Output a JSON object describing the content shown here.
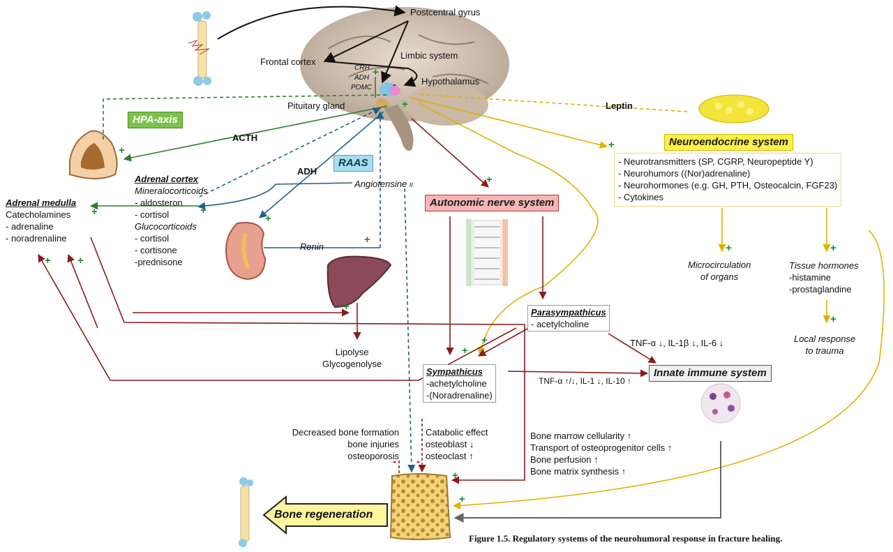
{
  "colors": {
    "green_arrow": "#2e7d32",
    "red_arrow": "#8b1a1a",
    "blue_arrow": "#1f5f8b",
    "gold_arrow": "#e0b000",
    "gray_arrow": "#666666",
    "hpa_fill": "#7cc24a",
    "raas_fill": "#a8dcef",
    "ans_fill": "#f4b6b6",
    "neuro_fill": "#ffef4a",
    "bone_regen_fill": "#fff59d"
  },
  "brain": {
    "postcentral_gyrus": "Postcentral gyrus",
    "frontal_cortex": "Frontal cortex",
    "limbic_system": "Limbic system",
    "hypothalamus": "Hypothalamus",
    "pituitary_gland": "Pituitary gland",
    "crh": "CRH",
    "adh": "ADH",
    "pomc": "POMC"
  },
  "hpa_axis": "HPA-axis",
  "raas": "RAAS",
  "acth": "ACTH",
  "adh_label": "ADH",
  "leptin": "Leptin",
  "angiotensine": "Angiotensine",
  "angiotensine_sub": "II",
  "renin": "Renin",
  "adrenal_cortex": {
    "title": "Adrenal cortex",
    "mineral": "Mineralocorticoids",
    "aldosteron": "- aldosteron",
    "cortisol1": "- cortisol",
    "gluco": "Glucocorticoids",
    "cortisol2": "- cortisol",
    "cortisone": "- cortisone",
    "prednisone": "-prednisone"
  },
  "adrenal_medulla": {
    "title": "Adrenal medulla",
    "catecholamines": "Catecholamines",
    "adrenaline": "- adrenaline",
    "noradrenaline": "- noradrenaline"
  },
  "autonomic": "Autonomic nerve system",
  "neuroendocrine": {
    "title": "Neuroendocrine system",
    "items": [
      "- Neurotransmitters (SP, CGRP, Neuropeptide Y)",
      "- Neurohumors ((Nor)adrenaline)",
      "- Neurohormones (e.g. GH, PTH, Osteocalcin, FGF23)",
      "- Cytokines"
    ]
  },
  "microcirculation": [
    "Microcirculation",
    "of organs"
  ],
  "tissue_hormones": [
    "Tissue hormones",
    "-histamine",
    "-prostaglandine"
  ],
  "local_response": [
    "Local response",
    "to trauma"
  ],
  "lipolyse": [
    "Lipolyse",
    "Glycogenolyse"
  ],
  "parasympathicus": {
    "title": "Parasympathicus",
    "item": "- acetylcholine"
  },
  "sympathicus": {
    "title": "Sympathicus",
    "items": [
      "-achetylcholine",
      "-(Noradrenaline)"
    ]
  },
  "tnf_para": "TNF-α ↓, IL-1β ↓, IL-6 ↓",
  "tnf_symp": "TNF-α ↑/↓, IL-1 ↓, IL-10 ↑",
  "innate": "Innate immune system",
  "decreased": [
    "Decreased bone formation",
    "bone injuries",
    "osteoporosis"
  ],
  "catabolic": [
    "Catabolic effect",
    "osteoblast ↓",
    "osteoclast ↑"
  ],
  "bone_marrow": [
    "Bone marrow cellularity ↑",
    "Transport of osteoprogenitor cells ↑",
    "Bone perfusion ↑",
    "Bone matrix synthesis ↑"
  ],
  "bone_regeneration": "Bone regeneration",
  "caption": "Figure 1.5. Regulatory systems of the neurohumoral response in fracture healing.",
  "signs": {
    "plus": "+",
    "minus": "-"
  }
}
